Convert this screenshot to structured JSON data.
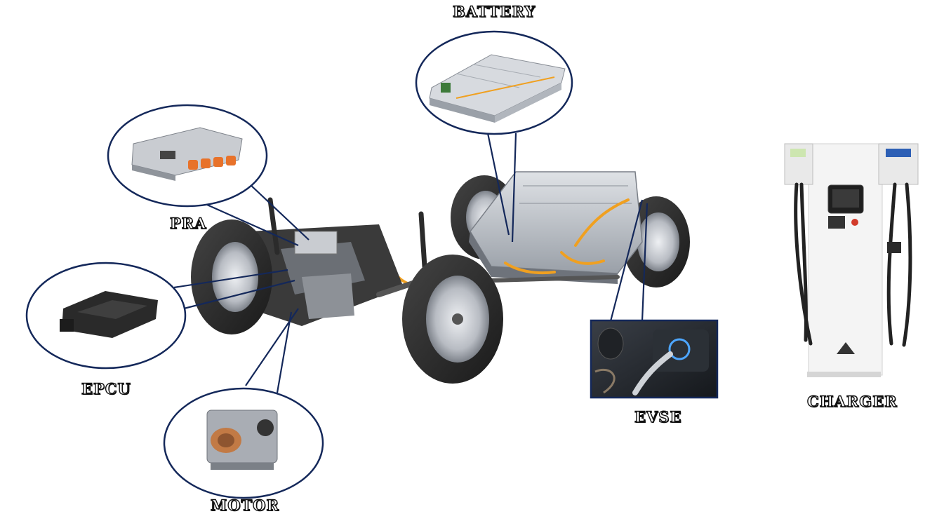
{
  "labels": {
    "battery": "BATTERY",
    "pra": "PRA",
    "epcu": "EPCU",
    "motor": "MOTOR",
    "evse": "EVSE",
    "charger": "CHARGER"
  },
  "colors": {
    "callout_outline": "#14285a",
    "tire": "#2a2a2a",
    "rim": "#c8ccd2",
    "chassis": "#3a3a3a",
    "battery_tray": "#b9bec5",
    "orange_cable": "#f0a020",
    "charger_body": "#f2f2f2"
  }
}
